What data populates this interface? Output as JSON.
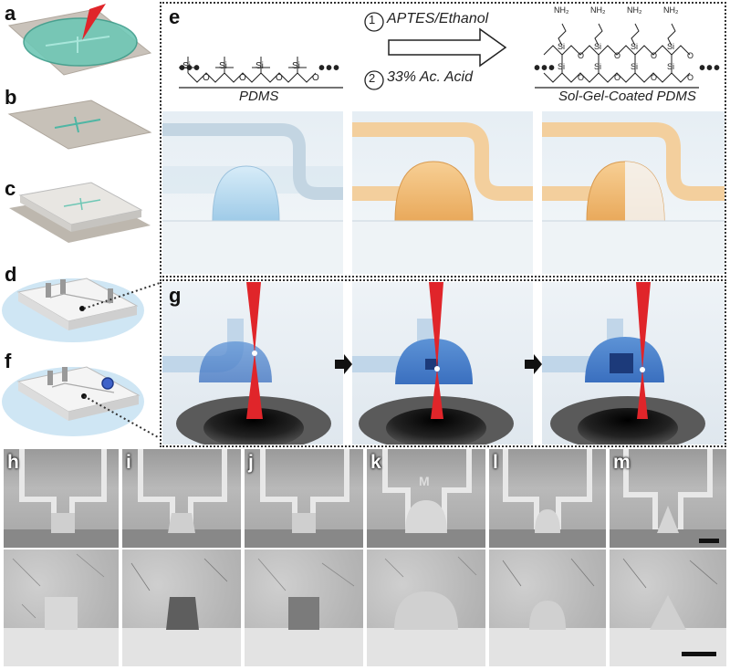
{
  "panels": {
    "a": "a",
    "b": "b",
    "c": "c",
    "d": "d",
    "e": "e",
    "f": "f",
    "g": "g",
    "h": "h",
    "i": "i",
    "j": "j",
    "k": "k",
    "l": "l",
    "m": "m"
  },
  "chemistry": {
    "step1_number": "1",
    "step1_text": "APTES/Ethanol",
    "step2_number": "2",
    "step2_text": "33% Ac. Acid",
    "left_label": "PDMS",
    "right_label": "Sol-Gel-Coated PDMS",
    "atom_si": "Si",
    "atom_o": "O",
    "group_nh2": "NH₂",
    "ellipsis": "•••"
  },
  "colors": {
    "teal": "#4fb6a4",
    "red": "#e0252a",
    "blue": "#4a8fd6",
    "orange": "#f0b060",
    "gray": "#9e9e9e"
  }
}
